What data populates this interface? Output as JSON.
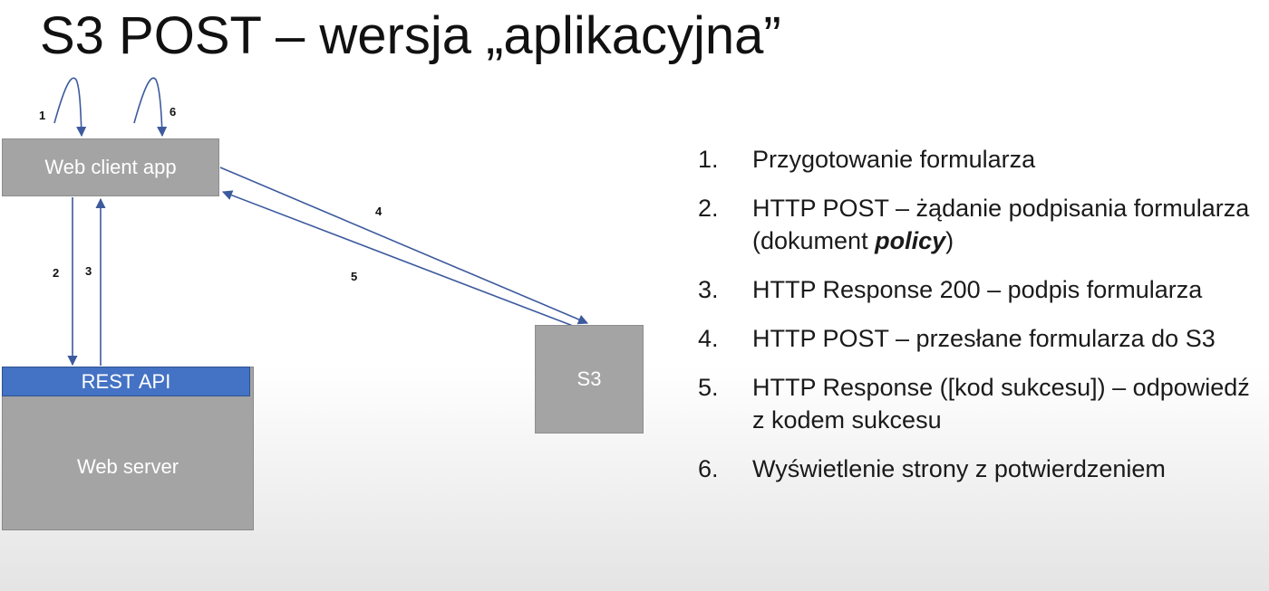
{
  "title": "S3 POST – wersja „aplikacyjna”",
  "diagram": {
    "nodes": {
      "web_client": "Web client app",
      "rest_api": "REST API",
      "web_server": "Web server",
      "s3": "S3"
    },
    "arrow_labels": [
      "1",
      "2",
      "3",
      "4",
      "5",
      "6"
    ],
    "line_color": "#3d5a9e"
  },
  "steps": [
    {
      "num": "1.",
      "text": "Przygotowanie formularza"
    },
    {
      "num": "2.",
      "text_before": "HTTP POST – żądanie podpisania formularza (dokument ",
      "emphasis": "policy",
      "text_after": ")"
    },
    {
      "num": "3.",
      "text": "HTTP Response 200 – podpis formularza"
    },
    {
      "num": "4.",
      "text": "HTTP POST – przesłane formularza do S3"
    },
    {
      "num": "5.",
      "text": "HTTP Response ([kod sukcesu]) – odpowiedź z kodem sukcesu"
    },
    {
      "num": "6.",
      "text": "Wyświetlenie strony z potwierdzeniem"
    }
  ]
}
